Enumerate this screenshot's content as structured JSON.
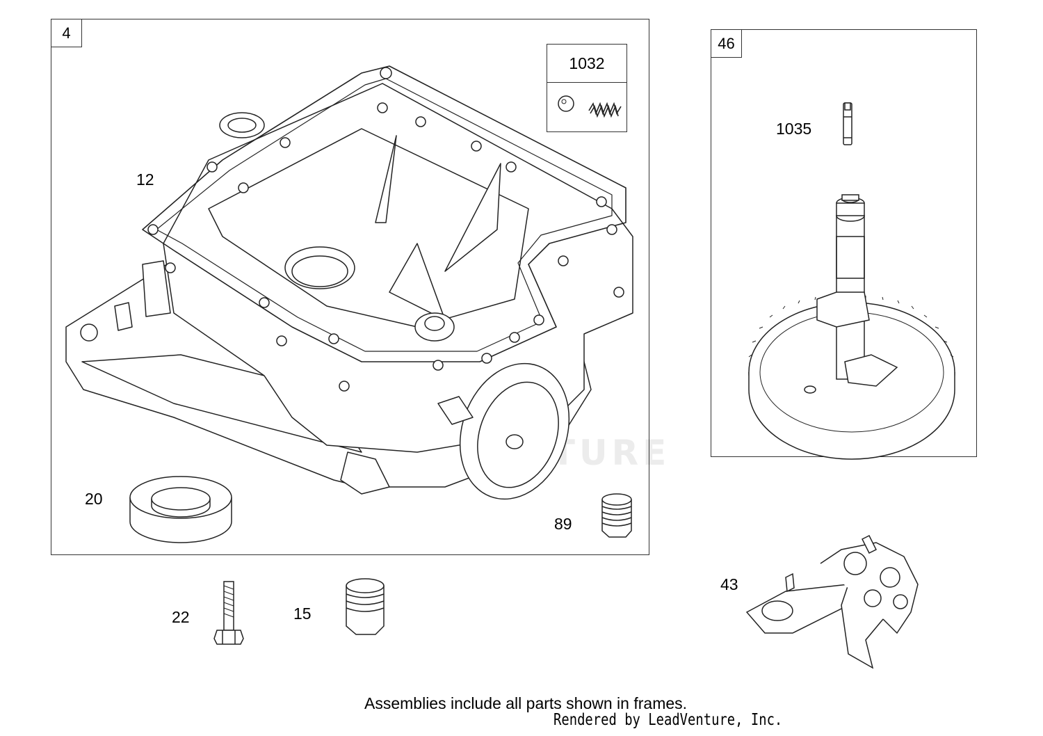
{
  "frames": {
    "sump": {
      "ref": "4"
    },
    "cam": {
      "ref": "46"
    },
    "kit": {
      "ref": "1032"
    }
  },
  "callouts": {
    "p12": "12",
    "p20": "20",
    "p89": "89",
    "p1035": "1035",
    "p22": "22",
    "p15": "15",
    "p43": "43"
  },
  "watermark": "LEADVENTURE",
  "footer": {
    "note": "Assemblies include all parts shown in frames.",
    "credit": "Rendered by LeadVenture, Inc."
  }
}
